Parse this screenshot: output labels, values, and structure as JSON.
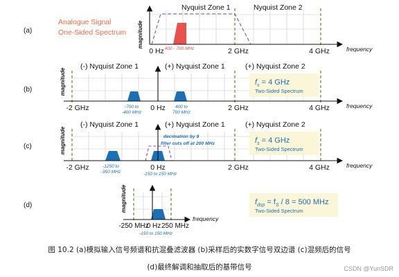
{
  "panels": {
    "a": {
      "label": "(a)",
      "title_line1": "Analogue Signal",
      "title_line2": "One-Sided Spectrum",
      "ylabel": "magnitude",
      "xlabel": "frequency",
      "zone1": "Nyquist Zone 1",
      "zone2": "Nyquist Zone 2",
      "tick0": "0 Hz",
      "tick2": "2 GHz",
      "tick4": "4 GHz",
      "band": "400 - 700 MHz"
    },
    "b": {
      "label": "(b)",
      "ylabel": "magnitude",
      "xlabel": "frequency",
      "zone_neg1": "(-) Nyquist Zone 1",
      "zone_pos1": "(+) Nyquist Zone 1",
      "zone_pos2": "(+) Nyquist Zone 2",
      "tick_m2": "-2 GHz",
      "tick0": "0 Hz",
      "tick2": "2 GHz",
      "tick4": "4 GHz",
      "band_neg_l1": "-700 to",
      "band_neg_l2": "-400 MHz",
      "band_pos_l1": "400 to",
      "band_pos_l2": "700 MHz",
      "fs_text": "f",
      "fs_sub": "s",
      "fs_value": " = 4 GHz",
      "spectrum_note": "Two-Sided Spectrum"
    },
    "c": {
      "label": "(c)",
      "ylabel": "magnitude",
      "xlabel": "frequency",
      "zone_neg1": "(-) Nyquist Zone 1",
      "zone_pos1": "(+) Nyquist Zone 1",
      "zone_pos2": "(+) Nyquist Zone 2",
      "tick_m2": "-2 GHz",
      "tick0": "0 Hz",
      "tick2": "2 GHz",
      "tick4": "4 GHz",
      "band_neg_l1": "-1250 to",
      "band_neg_l2": "-950 MHz",
      "band_center": "-150 to 150 MHz",
      "decim_l1": "decimation by 8",
      "decim_l2": "filter cuts off at 200 MHz",
      "fs_text": "f",
      "fs_sub": "s",
      "fs_value": " = 4 GHz",
      "spectrum_note": "Two-Sided Spectrum"
    },
    "d": {
      "label": "(d)",
      "ylabel": "magnitude",
      "xlabel": "frequency",
      "tick_m250": "-250 MHz",
      "tick0": "0 Hz",
      "tick250": "250 MHz",
      "band_center": "-150 to 150 MHz",
      "fdsp_f": "f",
      "fdsp_sub": "dsp",
      "fdsp_mid": " = f",
      "fdsp_sub2": "S",
      "fdsp_value": " / 8 = 500 MHz",
      "spectrum_note": "Two-Sided Spectrum"
    }
  },
  "caption": {
    "line1": "图  10.2 (a)模拟输入信号频谱和抗混叠滤波器 (b)采样后的实数字信号双边谱 (c)混频后的信号",
    "line2": "(d)最终解调和抽取后的基带信号"
  },
  "watermark": "CSDN @YunSDR",
  "colors": {
    "red_fill": "#e8524a",
    "blue_fill": "#1a6fb5",
    "zone_green": "#7fb04a",
    "filter_purple": "#8a4fa8",
    "note_bg": "#fbf6d8",
    "orange_title": "#f06b45",
    "blue_text": "#1a6fb5"
  }
}
